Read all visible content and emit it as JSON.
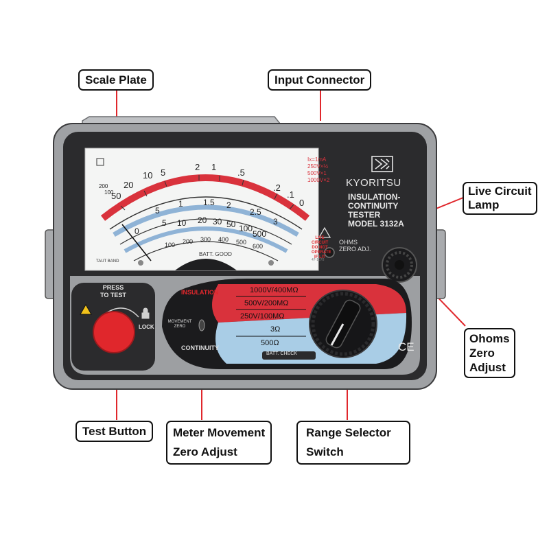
{
  "callouts": {
    "scale_plate": "Scale Plate",
    "input_connector": "Input Connector",
    "live_circuit_lamp": [
      "Live Circuit",
      "Lamp"
    ],
    "ohms_zero_adjust": [
      "Ohoms",
      "Zero",
      "Adjust"
    ],
    "test_button": "Test Button",
    "meter_movement": [
      "Meter Movement",
      "Zero Adjust"
    ],
    "range_selector": [
      "Range Selector",
      "Switch"
    ]
  },
  "device": {
    "brand": "KYORITSU",
    "model_lines": [
      "INSULATION-",
      "CONTINUITY",
      "TESTER",
      "MODEL 3132A"
    ],
    "insulation_label": "INSULATION",
    "continuity_label": "CONTINUITY",
    "movement_zero": [
      "MOVEMENT",
      "ZERO"
    ],
    "press_to_test": [
      "PRESS",
      "TO TEST"
    ],
    "lock_label": "LOCK",
    "ohms_zero_adj": [
      "OHMS",
      "ZERO ADJ."
    ],
    "live_circuit_warning": [
      "LIVE",
      "CIRCUIT",
      "DO NOT",
      "OPERATE",
      "IF LIT"
    ],
    "ranges": [
      "1000V/400MΩ",
      "500V/200MΩ",
      "250V/100MΩ",
      "3Ω",
      "500Ω"
    ],
    "batt_check": "BATT. CHECK",
    "ce_mark": "CE",
    "scale_legend": [
      "Ix=1mA",
      "250V×½",
      "500V×1",
      "1000V×2"
    ],
    "outer_scale_labels": [
      "200",
      "100",
      "50",
      "20",
      "10",
      "5",
      "2",
      "1",
      ".5",
      ".2",
      ".1",
      "0"
    ],
    "middle_scale_labels": [
      "5",
      "1",
      "1.5",
      "2",
      "2.5",
      "3"
    ],
    "inner_scale_labels": [
      "0",
      "5",
      "10",
      "20",
      "30",
      "50",
      "100",
      "500"
    ],
    "volt_scale_labels": [
      "100",
      "200",
      "300",
      "400",
      "500",
      "600"
    ],
    "batt_good": "BATT. GOOD",
    "taut_band": "TAUT BAND",
    "scale_code": "47-1678"
  },
  "colors": {
    "body_dark": "#2b2b2d",
    "scale_red": "#d9323c",
    "scale_blue": "#8fb3d6",
    "test_button_red": "#e0272c",
    "selector_blue": "#a9cde6"
  }
}
